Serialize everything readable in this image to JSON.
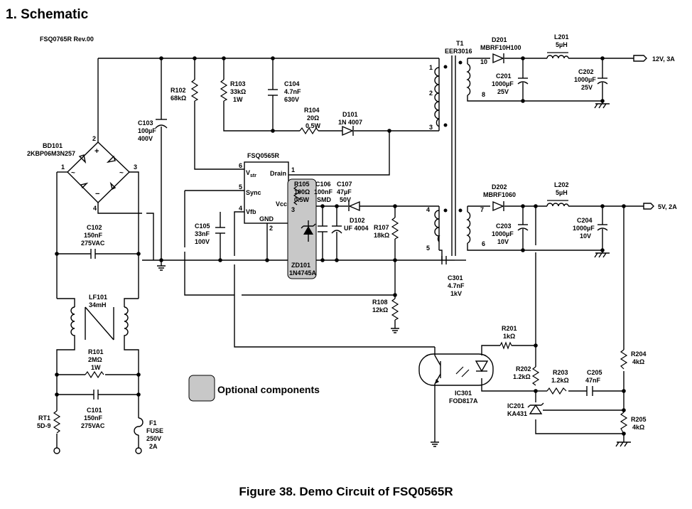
{
  "title": "1. Schematic",
  "caption": "Figure 38. Demo Circuit of FSQ0565R",
  "revision": "FSQ0765R Rev.00",
  "legend": {
    "label": "Optional components",
    "color": "#c8c8c8"
  },
  "outputs": {
    "out1": "12V, 3A",
    "out2": "5V, 2A"
  },
  "ic": {
    "name": "FSQ0565R",
    "pins": {
      "vstr": "V",
      "vstr_sub": "str",
      "drain": "Drain",
      "sync": "Sync",
      "vcc": "Vcc",
      "vfb": "Vfb",
      "gnd": "GND"
    },
    "pin_numbers": [
      "6",
      "1",
      "5",
      "4",
      "2",
      "3"
    ]
  },
  "components": {
    "bd101": [
      "BD101",
      "2KBP06M3N257"
    ],
    "c103": [
      "C103",
      "100µF",
      "400V"
    ],
    "r102": [
      "R102",
      "68kΩ"
    ],
    "r103": [
      "R103",
      "33kΩ",
      "1W"
    ],
    "c104": [
      "C104",
      "4.7nF",
      "630V"
    ],
    "r104": [
      "R104",
      "20Ω",
      "0.5W"
    ],
    "d101": [
      "D101",
      "1N 4007"
    ],
    "t1": [
      "T1",
      "EER3016"
    ],
    "d201": [
      "D201",
      "MBRF10H100"
    ],
    "l201": [
      "L201",
      "5µH"
    ],
    "c201": [
      "C201",
      "1000µF",
      "25V"
    ],
    "c202": [
      "C202",
      "1000µF",
      "25V"
    ],
    "r105": [
      "R105",
      "100Ω",
      "0.5W"
    ],
    "c106": [
      "C106",
      "100nF",
      "SMD"
    ],
    "c107": [
      "C107",
      "47µF",
      "50V"
    ],
    "d102": [
      "D102",
      "UF 4004"
    ],
    "r107": [
      "R107",
      "18kΩ"
    ],
    "c105": [
      "C105",
      "33nF",
      "100V"
    ],
    "zd101": [
      "ZD101",
      "1N4745A"
    ],
    "r108": [
      "R108",
      "12kΩ"
    ],
    "c102": [
      "C102",
      "150nF",
      "275VAC"
    ],
    "lf101": [
      "LF101",
      "34mH"
    ],
    "r101": [
      "R101",
      "2MΩ",
      "1W"
    ],
    "c101": [
      "C101",
      "150nF",
      "275VAC"
    ],
    "rt1": [
      "RT1",
      "5D-9"
    ],
    "f1": [
      "F1",
      "FUSE",
      "250V",
      "2A"
    ],
    "d202": [
      "D202",
      "MBRF1060"
    ],
    "l202": [
      "L202",
      "5µH"
    ],
    "c203": [
      "C203",
      "1000µF",
      "10V"
    ],
    "c204": [
      "C204",
      "1000µF",
      "10V"
    ],
    "c301": [
      "C301",
      "4.7nF",
      "1kV"
    ],
    "r201": [
      "R201",
      "1kΩ"
    ],
    "r202": [
      "R202",
      "1.2kΩ"
    ],
    "r203": [
      "R203",
      "1.2kΩ"
    ],
    "c205": [
      "C205",
      "47nF"
    ],
    "r204": [
      "R204",
      "4kΩ"
    ],
    "r205": [
      "R205",
      "4kΩ"
    ],
    "ic301": [
      "IC301",
      "FOD817A"
    ],
    "ic201": [
      "IC201",
      "KA431"
    ]
  },
  "bridge_pins": [
    "1",
    "2",
    "3",
    "4"
  ],
  "transformer_pins": [
    "1",
    "2",
    "3",
    "4",
    "5",
    "10",
    "8",
    "7",
    "6"
  ]
}
